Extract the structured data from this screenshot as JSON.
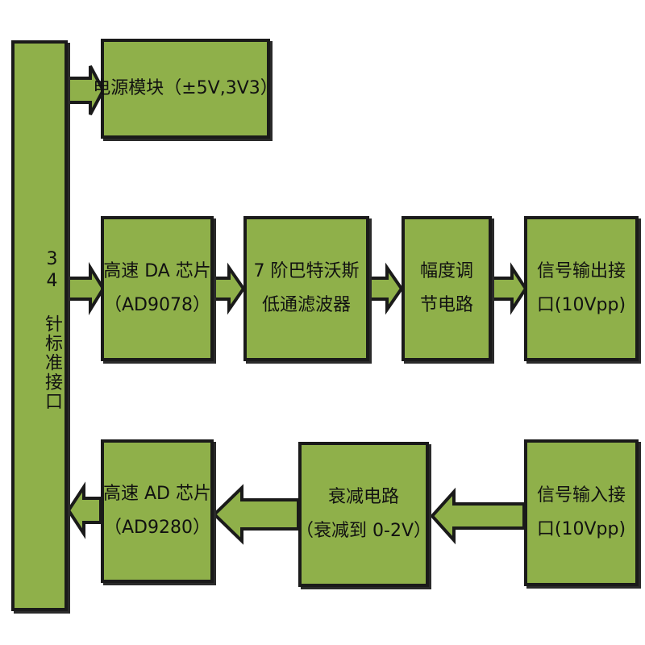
{
  "interface": {
    "label": "34 针标准接口"
  },
  "power": {
    "label": "电源模块（±5V,3V3）"
  },
  "dac": {
    "line1": "高速 DA 芯片",
    "line2": "（AD9078）"
  },
  "filter": {
    "line1": "7 阶巴特沃斯",
    "line2": "低通滤波器"
  },
  "amp_adjust": {
    "line1": "幅度调",
    "line2": "节电路"
  },
  "signal_out": {
    "line1": "信号输出接",
    "line2": "口(10Vpp)"
  },
  "adc": {
    "line1": "高速 AD 芯片",
    "line2": "（AD9280）"
  },
  "attenuator": {
    "line1": "衰减电路",
    "line2": "（衰减到 0-2V）"
  },
  "signal_in": {
    "line1": "信号输入接",
    "line2": "口(10Vpp)"
  },
  "colors": {
    "box_fill": "#8fb04a",
    "border": "#1a1a1a"
  }
}
